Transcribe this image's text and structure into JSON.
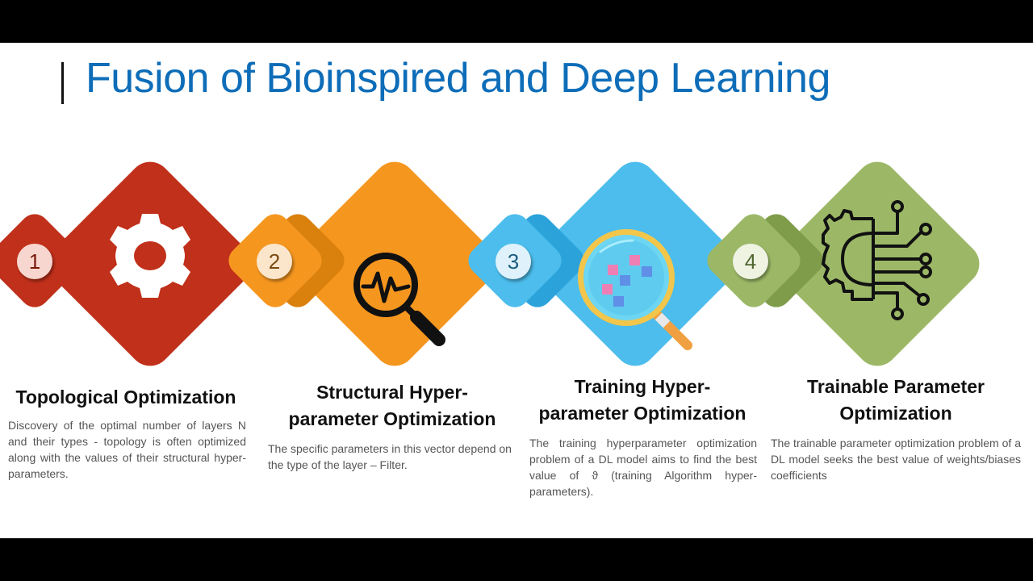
{
  "slide": {
    "title": "Fusion of Bioinspired and Deep Learning"
  },
  "colors": {
    "title": "#0e6db8",
    "step1": "#c0301a",
    "step2": "#f5961f",
    "step2_shade": "#d9800d",
    "step3": "#4cbdec",
    "step3_shade": "#2ba3da",
    "step4": "#9cb866",
    "step4_shade": "#7f9c4b"
  },
  "steps": [
    {
      "number": "1",
      "icon": "gear-icon",
      "title_line1": "Topological Optimization",
      "title_line2": "",
      "description": "Discovery of the optimal number of layers N and their types - topology is often optimized along with the values of their structural hyper-parameters."
    },
    {
      "number": "2",
      "icon": "magnifier-pulse-icon",
      "title_line1": "Structural Hyper-",
      "title_line2": "parameter Optimization",
      "description": "The specific parameters in this vector depend on the type of the layer – Filter."
    },
    {
      "number": "3",
      "icon": "magnifier-pixels-icon",
      "title_line1": "Training Hyper-",
      "title_line2": "parameter Optimization",
      "description": "The training hyperparameter optimization problem of a DL model aims to find the best value of ϑ (training Algorithm hyper-parameters)."
    },
    {
      "number": "4",
      "icon": "gear-circuit-icon",
      "title_line1": "Trainable Parameter",
      "title_line2": "Optimization",
      "description": "The trainable parameter optimization problem of a DL model seeks the best value of weights/biases coefficients"
    }
  ]
}
